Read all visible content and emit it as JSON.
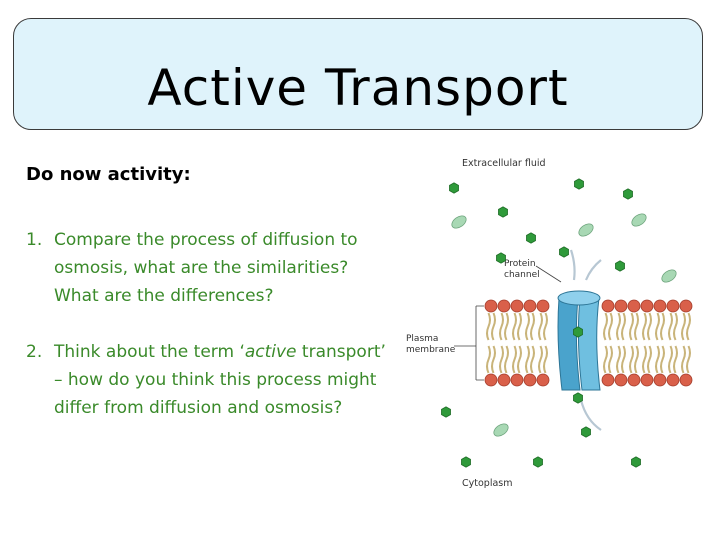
{
  "slide": {
    "title": "Active Transport",
    "heading": "Do now activity:",
    "items": [
      {
        "num": "1.",
        "text": "Compare the process of diffusion to osmosis, what are the similarities? What are the differences?"
      },
      {
        "num": "2.",
        "text_before": "Think about the term ‘",
        "text_italic": "active",
        "text_after": " transport’ – how do you think this process might differ from diffusion and osmosis?"
      }
    ]
  },
  "diagram": {
    "labels": {
      "extracellular": "Extracellular fluid",
      "protein_line1": "Protein",
      "protein_line2": "channel",
      "plasma_line1": "Plasma",
      "plasma_line2": "membrane",
      "cytoplasm": "Cytoplasm"
    },
    "colors": {
      "molecule": "#2f9a3a",
      "molecule_outline": "#1d6b25",
      "ion": "#a8d8b4",
      "head": "#d9604a",
      "tail": "#c9b47a",
      "channel": "#5fb3d6",
      "text_green": "#3a8a2a"
    }
  }
}
